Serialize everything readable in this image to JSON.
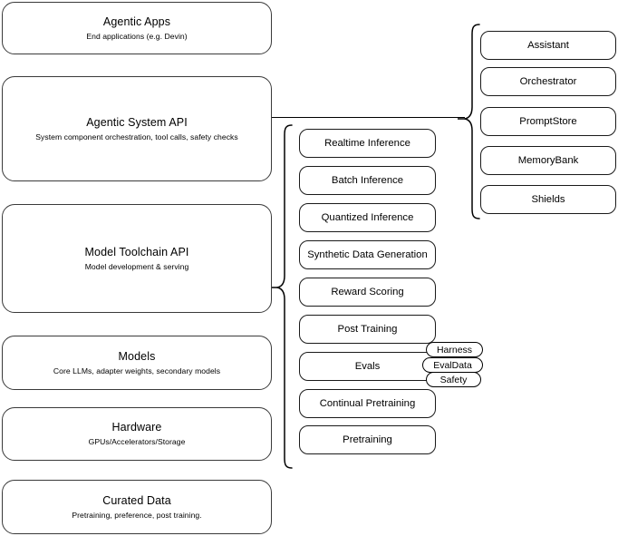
{
  "diagram": {
    "title": "Agentic stack layer diagram",
    "stroke_color": "#1a1a1a",
    "background_color": "#ffffff"
  },
  "layers": [
    {
      "id": "agentic-apps",
      "title": "Agentic Apps",
      "subtitle": "End applications (e.g. Devin)"
    },
    {
      "id": "agentic-system-api",
      "title": "Agentic System API",
      "subtitle": "System component orchestration, tool calls, safety checks"
    },
    {
      "id": "model-toolchain-api",
      "title": "Model Toolchain API",
      "subtitle": "Model development & serving"
    },
    {
      "id": "models",
      "title": "Models",
      "subtitle": "Core LLMs, adapter weights, secondary models"
    },
    {
      "id": "hardware",
      "title": "Hardware",
      "subtitle": "GPUs/Accelerators/Storage"
    },
    {
      "id": "curated-data",
      "title": "Curated Data",
      "subtitle": "Pretraining, preference, post training."
    }
  ],
  "toolchain_capabilities": [
    {
      "id": "realtime-inference",
      "label": "Realtime Inference"
    },
    {
      "id": "batch-inference",
      "label": "Batch Inference"
    },
    {
      "id": "quantized-inference",
      "label": "Quantized Inference"
    },
    {
      "id": "synthetic-data-generation",
      "label": "Synthetic Data Generation"
    },
    {
      "id": "reward-scoring",
      "label": "Reward Scoring"
    },
    {
      "id": "post-training",
      "label": "Post Training"
    },
    {
      "id": "evals",
      "label": "Evals"
    },
    {
      "id": "continual-pretraining",
      "label": "Continual Pretraining"
    },
    {
      "id": "pretraining",
      "label": "Pretraining"
    }
  ],
  "evals_subcomponents": [
    {
      "id": "harness",
      "label": "Harness"
    },
    {
      "id": "evaldata",
      "label": "EvalData"
    },
    {
      "id": "safety",
      "label": "Safety"
    }
  ],
  "system_components": [
    {
      "id": "assistant",
      "label": "Assistant"
    },
    {
      "id": "orchestrator",
      "label": "Orchestrator"
    },
    {
      "id": "promptstore",
      "label": "PromptStore"
    },
    {
      "id": "memorybank",
      "label": "MemoryBank"
    },
    {
      "id": "shields",
      "label": "Shields"
    }
  ]
}
